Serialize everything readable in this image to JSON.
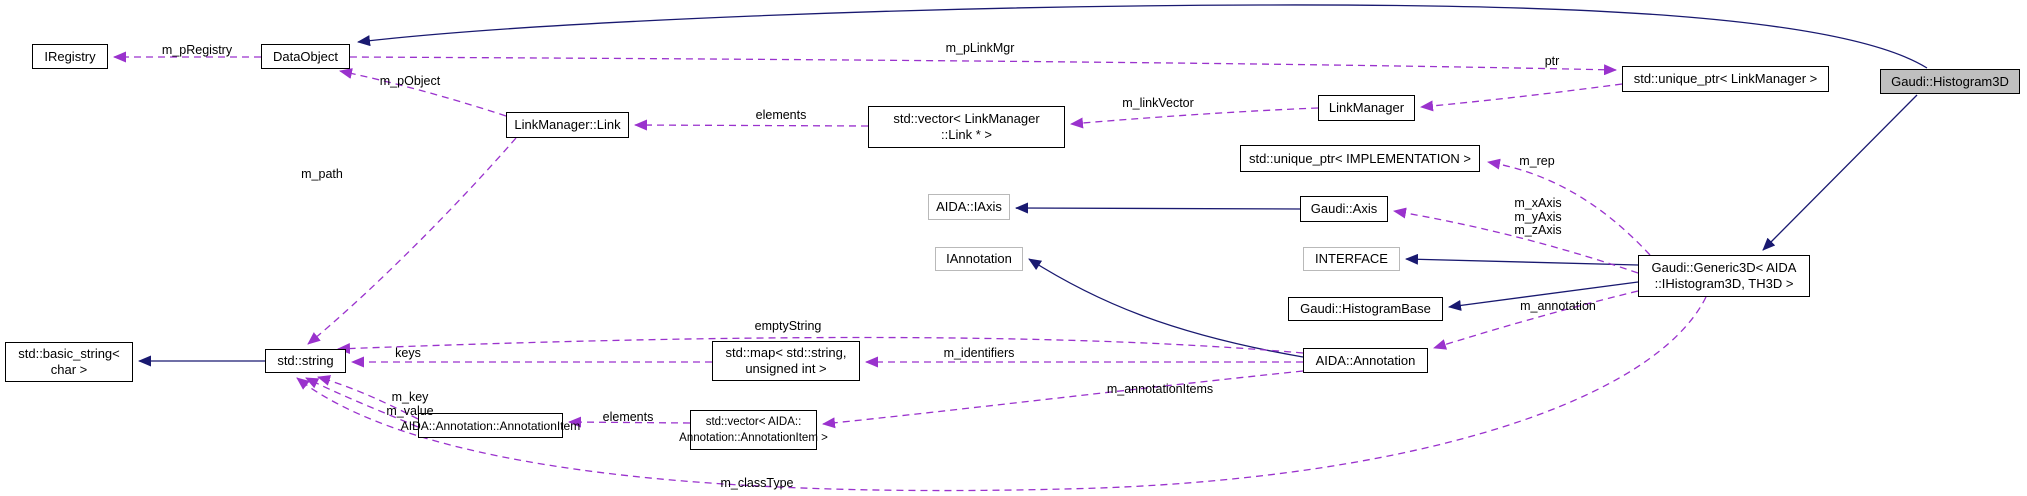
{
  "diagram": {
    "type": "collaboration-graph",
    "focus_class": "Gaudi::Histogram3D",
    "colors": {
      "inheritance_edge": "#191970",
      "usage_edge": "#9a32cd",
      "node_background": "#ffffff",
      "focus_node_background": "#bfbfbf",
      "node_border": "#000000",
      "external_node_border": "#b9b9b9",
      "label_text": "#000000"
    }
  },
  "nodes": {
    "iregistry": {
      "label": "IRegistry"
    },
    "dataobject": {
      "label": "DataObject"
    },
    "uptr_linkmgr": {
      "label": "std::unique_ptr< LinkManager >"
    },
    "histogram3d": {
      "label": "Gaudi::Histogram3D"
    },
    "linkmanager": {
      "label": "LinkManager"
    },
    "link": {
      "label": "LinkManager::Link"
    },
    "vec_link": {
      "lines": [
        "std::vector< LinkManager",
        "::Link * >"
      ]
    },
    "uptr_impl": {
      "label": "std::unique_ptr< IMPLEMENTATION >"
    },
    "iaxis": {
      "label": "AIDA::IAxis"
    },
    "axis": {
      "label": "Gaudi::Axis"
    },
    "iannotation": {
      "label": "IAnnotation"
    },
    "interface": {
      "label": "INTERFACE"
    },
    "histogrambase": {
      "label": "Gaudi::HistogramBase"
    },
    "generic3d": {
      "lines": [
        "Gaudi::Generic3D< AIDA",
        "::IHistogram3D, TH3D >"
      ]
    },
    "annotation": {
      "label": "AIDA::Annotation"
    },
    "basicstring": {
      "lines": [
        "std::basic_string<",
        "char >"
      ]
    },
    "stdstring": {
      "label": "std::string"
    },
    "map": {
      "lines": [
        "std::map< std::string,",
        "unsigned int >"
      ]
    },
    "annotationitem": {
      "label": "AIDA::Annotation::AnnotationItem"
    },
    "vec_annitem": {
      "lines": [
        "std::vector< AIDA::",
        "Annotation::AnnotationItem >"
      ]
    }
  },
  "labels": {
    "m_pRegistry": "m_pRegistry",
    "m_pLinkMgr": "m_pLinkMgr",
    "ptr": "ptr",
    "m_pObject": "m_pObject",
    "elements_links": "elements",
    "m_linkVector": "m_linkVector",
    "m_rep": "m_rep",
    "m_xAxis": "m_xAxis",
    "m_yAxis": "m_yAxis",
    "m_zAxis": "m_zAxis",
    "m_annotation": "m_annotation",
    "m_path": "m_path",
    "emptyString": "emptyString",
    "keys": "keys",
    "m_identifiers": "m_identifiers",
    "m_key": "m_key",
    "m_value": "m_value",
    "elements_items": "elements",
    "m_annotationItems": "m_annotationItems",
    "m_classType": "m_classType"
  }
}
